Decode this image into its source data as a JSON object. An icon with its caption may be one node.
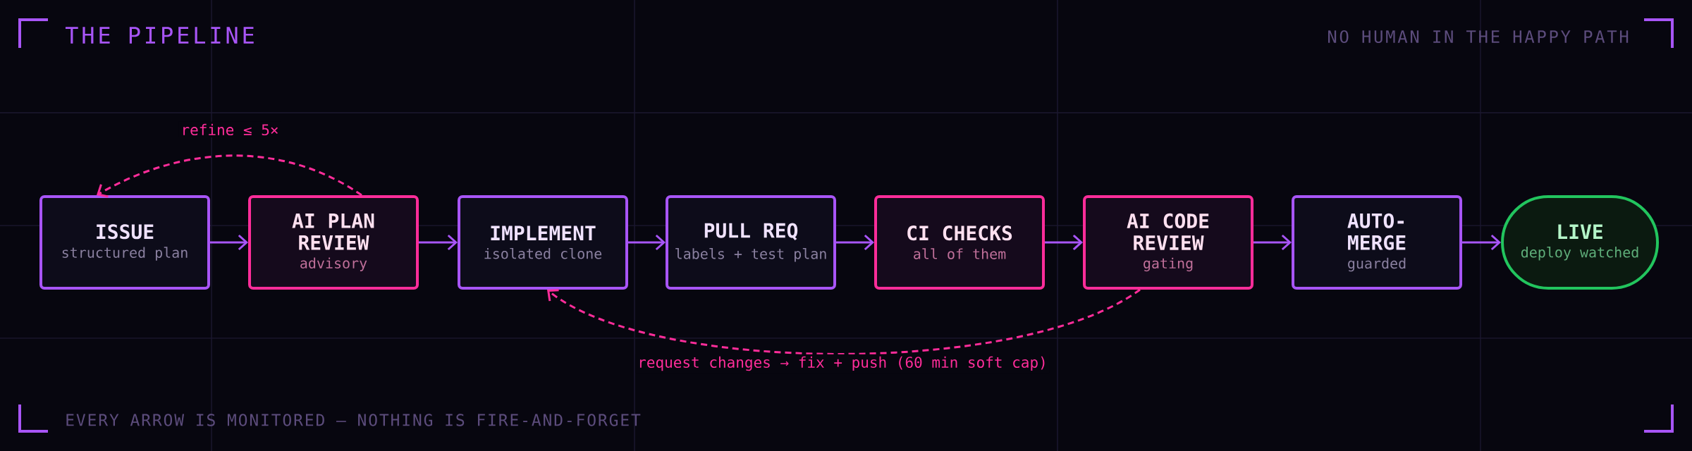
{
  "diagram": {
    "title": "THE PIPELINE",
    "nodes": [
      {
        "text": [
          "ISSUE",
          "structured plan"
        ]
      },
      {
        "text": [
          "AI PLAN REVIEW",
          "advisory"
        ]
      },
      {
        "text": [
          "IMPLEMENT",
          "isolated clone"
        ]
      },
      {
        "text": [
          "PULL REQ",
          "labels + test plan"
        ]
      },
      {
        "text": [
          "CI CHECKS",
          "all of them"
        ]
      },
      {
        "text": [
          "AI CODE REVIEW",
          "gating"
        ]
      },
      {
        "text": [
          "AUTO-MERGE",
          "guarded"
        ]
      },
      {
        "text": [
          "LIVE",
          "deploy watched"
        ]
      }
    ],
    "edges": [
      {
        "from": 0,
        "to": 1,
        "arrow": "to"
      },
      {
        "from": 1,
        "to": 2,
        "arrow": "to"
      },
      {
        "from": 2,
        "to": 3,
        "arrow": "to"
      },
      {
        "from": 3,
        "to": 4,
        "arrow": "to"
      },
      {
        "from": 4,
        "to": 5,
        "arrow": "to"
      },
      {
        "from": 5,
        "to": 6,
        "arrow": "to"
      },
      {
        "from": 6,
        "to": 7,
        "arrow": "to"
      },
      {
        "from": 1,
        "to": 0,
        "arrow": "to",
        "label": "refine ≤ 5×",
        "style": "dashed",
        "color": "#ff2d9a"
      },
      {
        "from": 5,
        "to": 2,
        "arrow": "to",
        "label": "request changes → fix + push (60 min soft cap)",
        "style": "dashed",
        "color": "#ff2d9a"
      }
    ],
    "labels": [
      "NO HUMAN IN THE HAPPY PATH",
      "EVERY ARROW IS MONITORED — NOTHING IS FIRE-AND-FORGET"
    ]
  }
}
